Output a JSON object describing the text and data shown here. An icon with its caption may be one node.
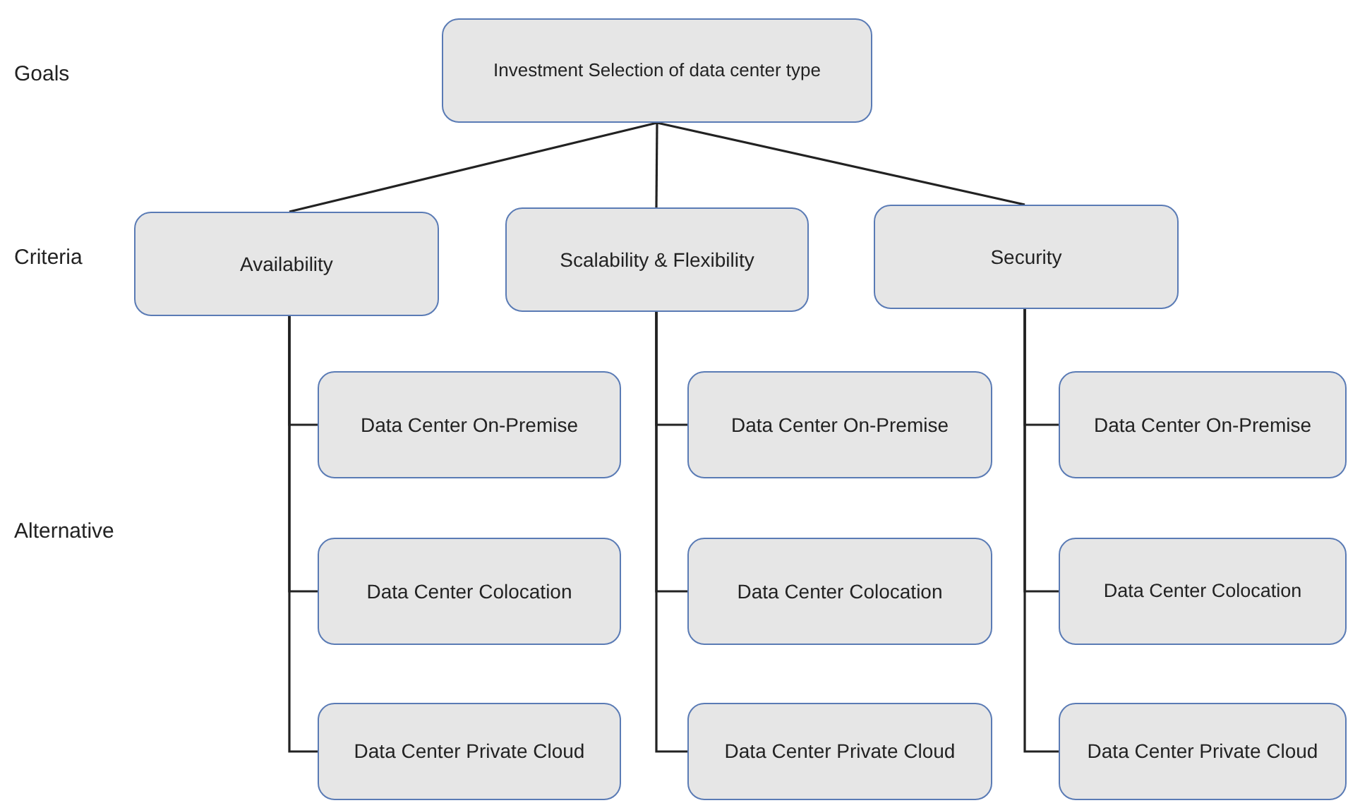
{
  "diagram": {
    "nodes": [
      {
        "text": [
          "Investment Selection  of data center type"
        ]
      },
      {
        "text": [
          "Availability"
        ]
      },
      {
        "text": [
          "Scalability & Flexibility"
        ]
      },
      {
        "text": [
          "Security"
        ]
      },
      {
        "text": [
          "Data Center On-Premise"
        ]
      },
      {
        "text": [
          "Data Center Colocation"
        ]
      },
      {
        "text": [
          "Data Center Private Cloud"
        ]
      },
      {
        "text": [
          "Data Center On-Premise"
        ]
      },
      {
        "text": [
          "Data Center Colocation"
        ]
      },
      {
        "text": [
          "Data Center Private Cloud"
        ]
      },
      {
        "text": [
          "Data Center On-Premise"
        ]
      },
      {
        "text": [
          "Data Center Colocation"
        ]
      },
      {
        "text": [
          "Data Center Private Cloud"
        ]
      }
    ],
    "edges": [
      {
        "from": 0,
        "to": 1,
        "arrow": "none"
      },
      {
        "from": 0,
        "to": 2,
        "arrow": "none"
      },
      {
        "from": 0,
        "to": 3,
        "arrow": "none"
      },
      {
        "from": 1,
        "to": 4,
        "arrow": "none"
      },
      {
        "from": 1,
        "to": 5,
        "arrow": "none"
      },
      {
        "from": 1,
        "to": 6,
        "arrow": "none"
      },
      {
        "from": 2,
        "to": 7,
        "arrow": "none"
      },
      {
        "from": 2,
        "to": 8,
        "arrow": "none"
      },
      {
        "from": 2,
        "to": 9,
        "arrow": "none"
      },
      {
        "from": 3,
        "to": 10,
        "arrow": "none"
      },
      {
        "from": 3,
        "to": 11,
        "arrow": "none"
      },
      {
        "from": 3,
        "to": 12,
        "arrow": "none"
      }
    ],
    "labels": [
      "Goals",
      "Criteria",
      "Alternative"
    ]
  }
}
